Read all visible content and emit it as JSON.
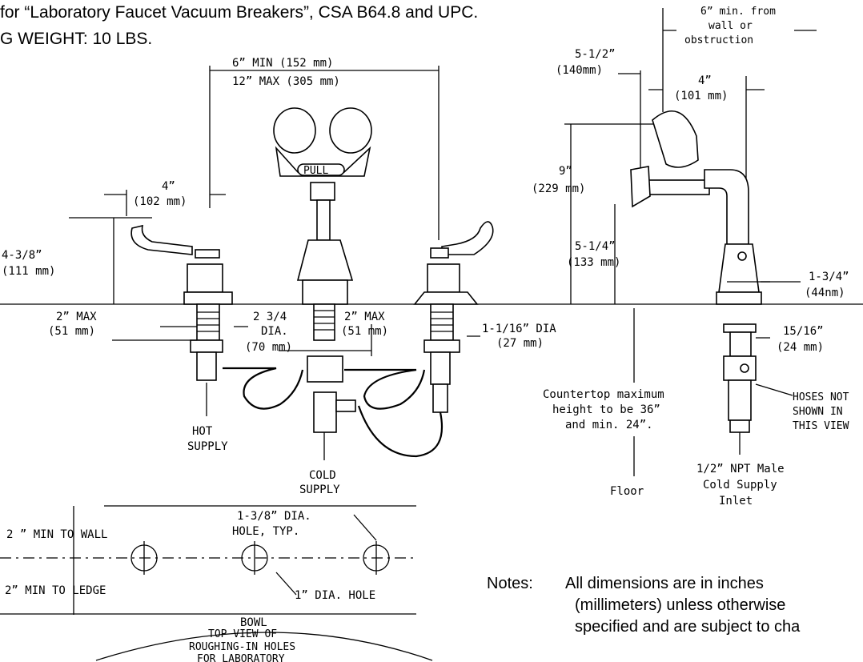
{
  "header": {
    "line1": "for “Laboratory Faucet Vacuum Breakers”, CSA B64.8 and UPC.",
    "line2": "G WEIGHT: 10 LBS."
  },
  "front_view": {
    "spacing_min": "6” MIN (152 mm)",
    "spacing_max": "12” MAX (305 mm)",
    "handle_width": "4”",
    "handle_width_mm": "(102 mm)",
    "handle_height": "4-3/8”",
    "handle_height_mm": "(111 mm)",
    "shank_left": "2” MAX",
    "shank_left_mm": "(51 mm)",
    "center_dia": "2 3/4",
    "center_dia_word": "DIA.",
    "center_dia_mm": "(70 mm)",
    "shank_mid": "2” MAX",
    "shank_mid_mm": "(51 mm)",
    "shank_dia": "1-1/16” DIA",
    "shank_dia_mm": "(27 mm)",
    "hot_label": "HOT",
    "hot_label2": "SUPPLY",
    "cold_label": "COLD",
    "cold_label2": "SUPPLY",
    "pull_label": "PULL"
  },
  "side_view": {
    "clearance": "6” min. from",
    "clearance2": "wall or",
    "clearance3": "obstruction",
    "offset": "5-1/2”",
    "offset_mm": "(140mm)",
    "head_width": "4”",
    "head_width_mm": "(101 mm)",
    "height": "9”",
    "height_mm": "(229 mm)",
    "spout_height": "5-1/4”",
    "spout_height_mm": "(133 mm)",
    "base_dia": "1-3/4”",
    "base_dia_mm": "(44nm)",
    "nut": "15/16”",
    "nut_mm": "(24 mm)",
    "countertop1": "Countertop maximum",
    "countertop2": "height to be 36”",
    "countertop3": "and min. 24”.",
    "floor": "Floor",
    "hoses1": "HOSES NOT",
    "hoses2": "SHOWN IN",
    "hoses3": "THIS VIEW",
    "inlet1": "1/2” NPT Male",
    "inlet2": "Cold Supply",
    "inlet3": "Inlet"
  },
  "top_view": {
    "min_wall": "2 ” MIN TO WALL",
    "min_ledge": "2” MIN TO LEDGE",
    "hole_dia": "1-3/8” DIA.",
    "hole_typ": "HOLE, TYP.",
    "center_hole": "1” DIA. HOLE",
    "bowl": "BOWL",
    "caption1": "TOP VIEW OF",
    "caption2": "ROUGHING-IN HOLES",
    "caption3": "FOR LABORATORY"
  },
  "notes": {
    "label": "Notes:",
    "line1": "All dimensions are in inches",
    "line2": "(millimeters) unless otherwise",
    "line3": "specified and are subject to cha"
  }
}
